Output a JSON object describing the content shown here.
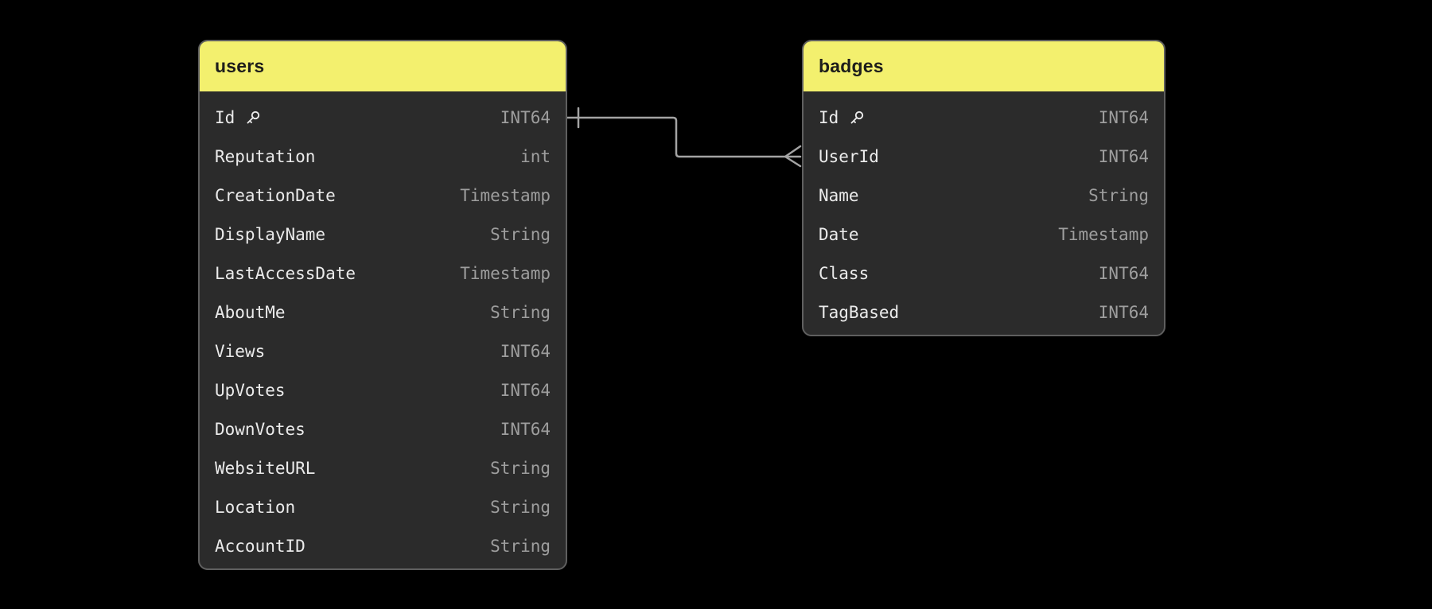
{
  "canvas": {
    "background": "#000000"
  },
  "tables": [
    {
      "title": "users",
      "fields": [
        {
          "name": "Id",
          "type": "INT64",
          "primary_key": true
        },
        {
          "name": "Reputation",
          "type": "int"
        },
        {
          "name": "CreationDate",
          "type": "Timestamp"
        },
        {
          "name": "DisplayName",
          "type": "String"
        },
        {
          "name": "LastAccessDate",
          "type": "Timestamp"
        },
        {
          "name": "AboutMe",
          "type": "String"
        },
        {
          "name": "Views",
          "type": "INT64"
        },
        {
          "name": "UpVotes",
          "type": "INT64"
        },
        {
          "name": "DownVotes",
          "type": "INT64"
        },
        {
          "name": "WebsiteURL",
          "type": "String"
        },
        {
          "name": "Location",
          "type": "String"
        },
        {
          "name": "AccountID",
          "type": "String"
        }
      ]
    },
    {
      "title": "badges",
      "fields": [
        {
          "name": "Id",
          "type": "INT64",
          "primary_key": true
        },
        {
          "name": "UserId",
          "type": "INT64"
        },
        {
          "name": "Name",
          "type": "String"
        },
        {
          "name": "Date",
          "type": "Timestamp"
        },
        {
          "name": "Class",
          "type": "INT64"
        },
        {
          "name": "TagBased",
          "type": "INT64"
        }
      ]
    }
  ],
  "relationship": {
    "from_table": "users",
    "from_field": "Id",
    "to_table": "badges",
    "to_field": "UserId",
    "from_cardinality": "one",
    "to_cardinality": "many"
  },
  "colors": {
    "background": "#000000",
    "table_body": "#2b2b2b",
    "table_border": "#5f5f5f",
    "header_yellow": "#f3f06e",
    "header_text": "#1d1d1b",
    "field_text": "#ebebeb",
    "type_text": "#9e9e9e",
    "connector": "#a3a3a3"
  }
}
